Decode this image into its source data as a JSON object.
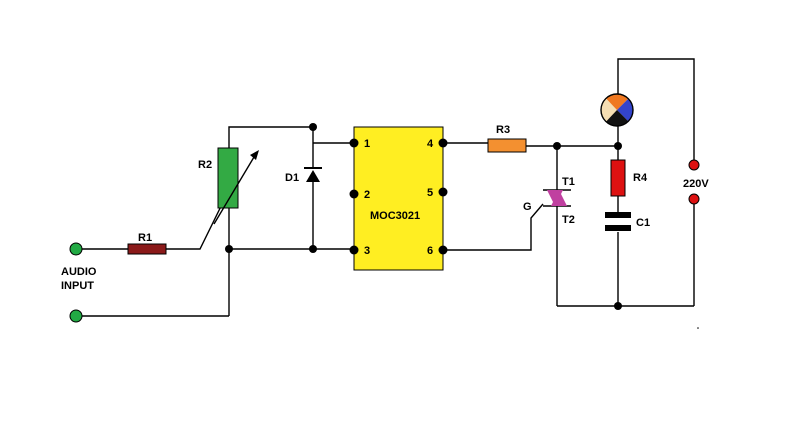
{
  "labels": {
    "audio_input_line1": "AUDIO",
    "audio_input_line2": "INPUT",
    "r1": "R1",
    "r2": "R2",
    "d1": "D1",
    "ic": "MOC3021",
    "pin1": "1",
    "pin2": "2",
    "pin3": "3",
    "pin4": "4",
    "pin5": "5",
    "pin6": "6",
    "r3": "R3",
    "t1": "T1",
    "t2": "T2",
    "gate": "G",
    "r4": "R4",
    "c1": "C1",
    "supply": "220V"
  },
  "colors": {
    "terminal_green": "#22aa44",
    "r1": "#8b1a1a",
    "r2": "#33aa44",
    "ic_body": "#ffee22",
    "r3": "#f39030",
    "triac": "#c040a0",
    "r4": "#dd1111",
    "supply_terminal": "#dd1111",
    "lamp_orange": "#f07820",
    "lamp_blue": "#3344cc",
    "lamp_black": "#111111",
    "lamp_cream": "#f5deb3"
  },
  "icons": {
    "lamp": "lamp-icon",
    "triac": "triac-icon",
    "diode": "diode-icon"
  }
}
